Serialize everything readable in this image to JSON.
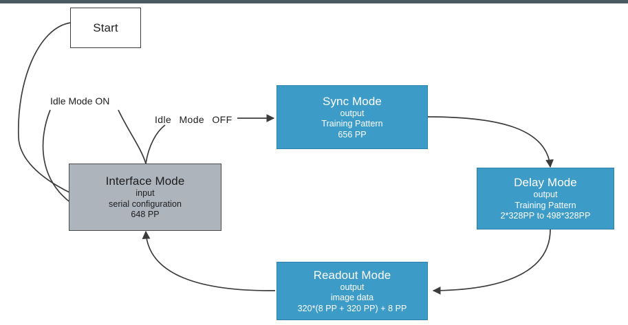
{
  "diagram": {
    "title_bar_color": "#4a5a63",
    "colors": {
      "blue_fill": "#3d9bc7",
      "blue_border": "#2b7fa8",
      "gray_fill": "#aeb4bc",
      "gray_border": "#4a4a4a",
      "white_fill": "#ffffff",
      "edge_stroke": "#3c3c3c",
      "text_dark": "#1c1c1c",
      "text_light": "#ffffff"
    },
    "nodes": {
      "start": {
        "title": "Start"
      },
      "interface_mode": {
        "title": "Interface Mode",
        "line1": "input",
        "line2": "serial configuration",
        "line3": "648 PP"
      },
      "sync_mode": {
        "title": "Sync Mode",
        "line1": "output",
        "line2": "Training Pattern",
        "line3": "656 PP"
      },
      "delay_mode": {
        "title": "Delay Mode",
        "line1": "output",
        "line2": "Training Pattern",
        "line3": "2*328PP to 498*328PP"
      },
      "readout_mode": {
        "title": "Readout Mode",
        "line1": "output",
        "line2": "image data",
        "line3": "320*(8 PP + 320 PP) + 8 PP"
      }
    },
    "edge_labels": {
      "idle_on": "Idle Mode ON",
      "idle_off": "Idle    Mode    OFF"
    }
  }
}
